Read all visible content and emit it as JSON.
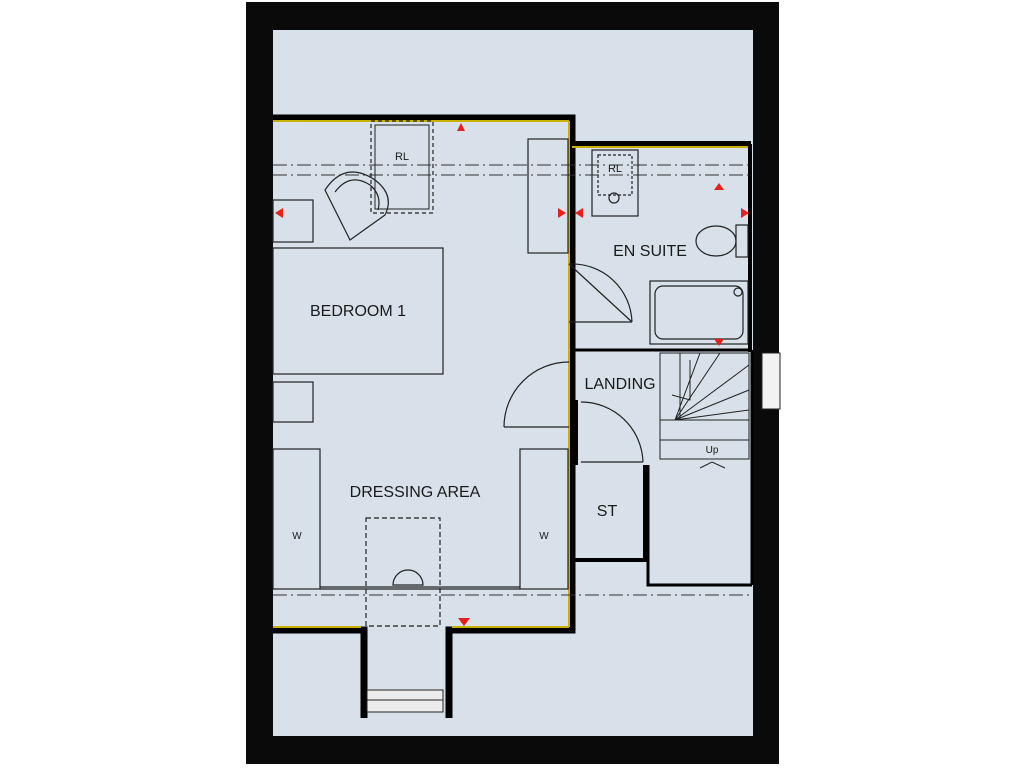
{
  "rooms": {
    "bedroom": "BEDROOM 1",
    "ensuite": "EN SUITE",
    "landing": "LANDING",
    "dressing": "DRESSING AREA",
    "store": "ST"
  },
  "fixtures": {
    "rooflight_bedroom": "RL",
    "rooflight_ensuite": "RL",
    "wardrobe_left": "W",
    "wardrobe_right": "W",
    "stairs_direction": "Up"
  },
  "colors": {
    "outer_frame": "#000000",
    "floor": "#d8e1e9",
    "wall_accent": "#c8b100",
    "marker": "#e8201a"
  }
}
